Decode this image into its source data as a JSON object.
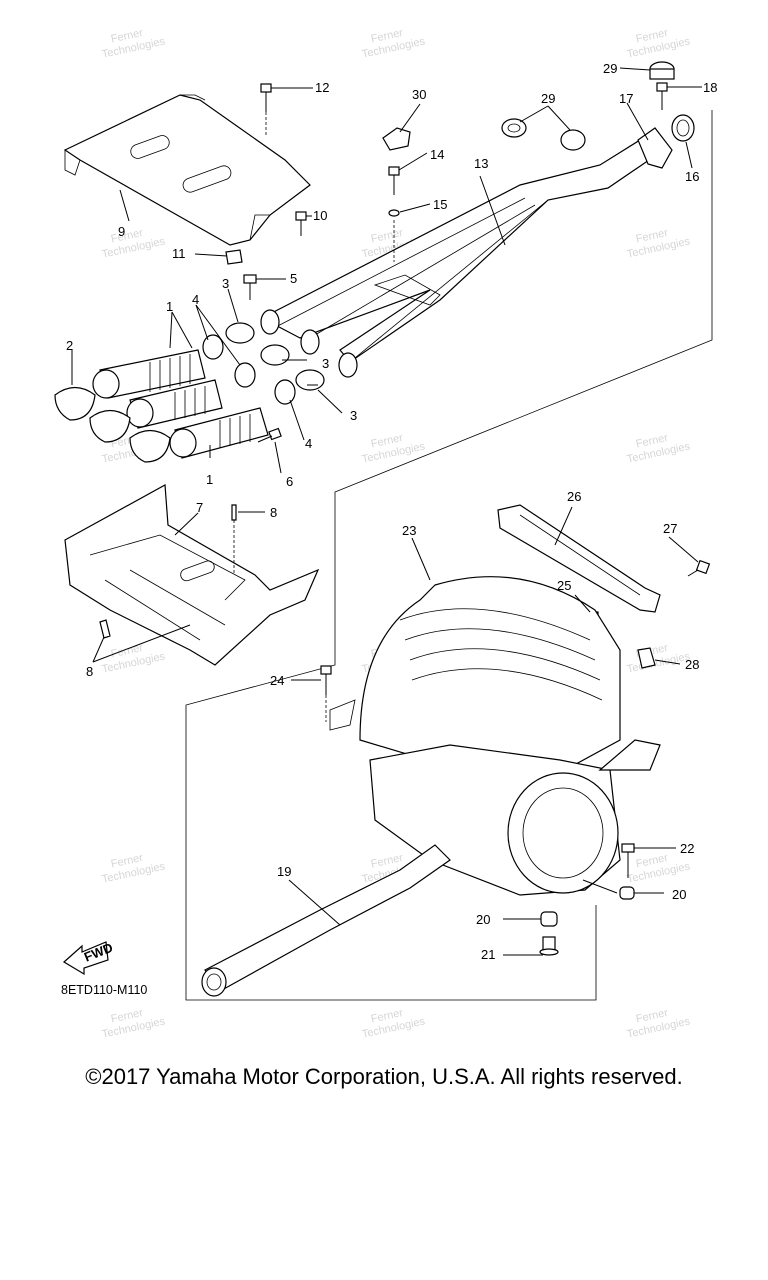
{
  "watermark": {
    "line1": "Ferner",
    "line2": "Technologies"
  },
  "diagram_code": "8ETD110-M110",
  "fwd_label": "FWD",
  "copyright": "©2017 Yamaha Motor Corporation, U.S.A. All rights reserved.",
  "callouts": {
    "c1a": "1",
    "c1b": "1",
    "c2": "2",
    "c3a": "3",
    "c3b": "3",
    "c3c": "3",
    "c4a": "4",
    "c4b": "4",
    "c5": "5",
    "c6": "6",
    "c7": "7",
    "c8a": "8",
    "c8b": "8",
    "c9": "9",
    "c10": "10",
    "c11": "11",
    "c12": "12",
    "c13": "13",
    "c14": "14",
    "c15": "15",
    "c16": "16",
    "c17": "17",
    "c18": "18",
    "c19": "19",
    "c20a": "20",
    "c20b": "20",
    "c21": "21",
    "c22": "22",
    "c23": "23",
    "c24": "24",
    "c25": "25",
    "c26": "26",
    "c27": "27",
    "c28": "28",
    "c29a": "29",
    "c29b": "29",
    "c30": "30"
  }
}
